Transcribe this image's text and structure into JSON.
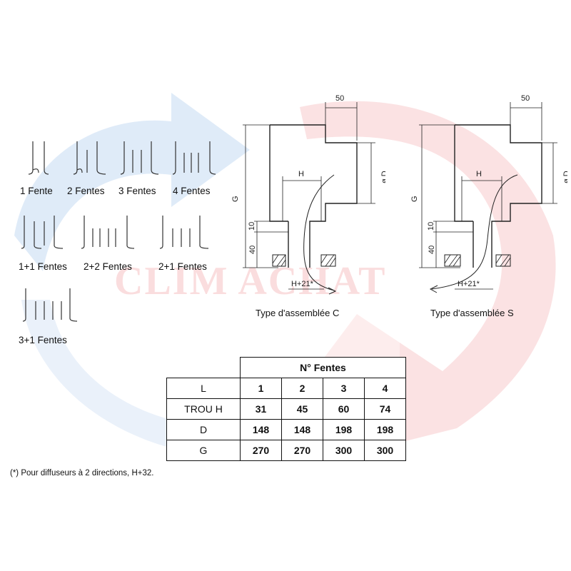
{
  "watermark": {
    "text": "CLIM ACHAT",
    "color_red": "#e84a4f",
    "color_blue": "#4f8fd6"
  },
  "vane_types": [
    {
      "label": "1 Fente"
    },
    {
      "label": "2 Fentes"
    },
    {
      "label": "3 Fentes"
    },
    {
      "label": "4 Fentes"
    },
    {
      "label": "1+1 Fentes"
    },
    {
      "label": "2+2 Fentes"
    },
    {
      "label": "2+1 Fentes"
    },
    {
      "label": "3+1 Fentes"
    }
  ],
  "assembly_c": {
    "caption": "Type d'assemblée C",
    "dims": {
      "top": "50",
      "g": "G",
      "d": "ø D",
      "h": "H",
      "d10": "10",
      "d40": "40",
      "bottom": "H+21*"
    }
  },
  "assembly_s": {
    "caption": "Type d'assemblée S",
    "dims": {
      "top": "50",
      "g": "G",
      "d": "ø D",
      "h": "H",
      "d10": "10",
      "d40": "40",
      "bottom": "H+21*"
    }
  },
  "table": {
    "header": "N° Fentes",
    "rows": [
      {
        "label": "L",
        "values": [
          "1",
          "2",
          "3",
          "4"
        ]
      },
      {
        "label": "TROU H",
        "values": [
          "31",
          "45",
          "60",
          "74"
        ]
      },
      {
        "label": "D",
        "values": [
          "148",
          "148",
          "198",
          "198"
        ]
      },
      {
        "label": "G",
        "values": [
          "270",
          "270",
          "300",
          "300"
        ]
      }
    ]
  },
  "footnote": "(*) Pour diffuseurs à 2 directions, H+32."
}
